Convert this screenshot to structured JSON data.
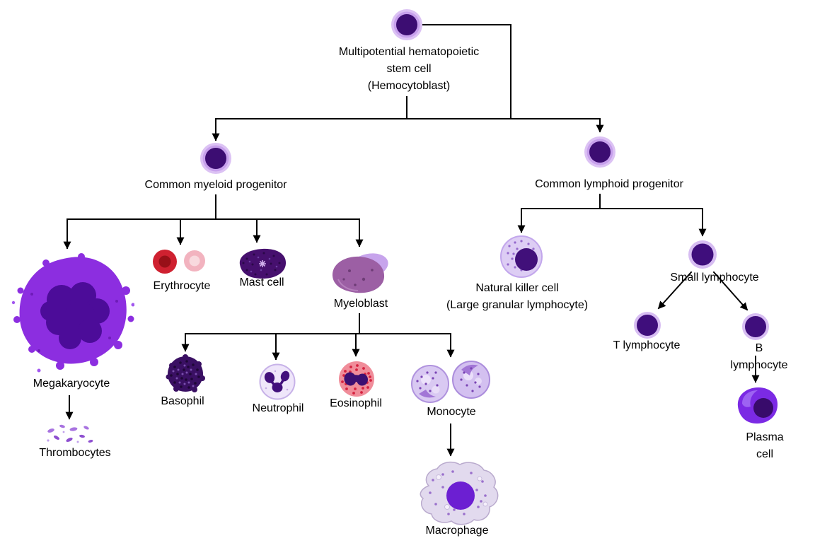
{
  "colors": {
    "background": "#ffffff",
    "line": "#000000",
    "label_text": "#000000",
    "nucleus_purple": "#3c0d72",
    "cell_ring_lavender": "#dcc2f4",
    "megakaryocyte_purple": "#8c2ee0",
    "erythrocyte_red": "#cf2130",
    "eosinophil_red": "#d62240",
    "plasma_violet": "#7b2ae4"
  },
  "nodes": {
    "stem_cell": {
      "label": "Multipotential hematopoietic\nstem cell\n(Hemocytoblast)"
    },
    "myeloid_progenitor": {
      "label": "Common myeloid progenitor"
    },
    "lymphoid_progenitor": {
      "label": "Common lymphoid progenitor"
    },
    "megakaryocyte": {
      "label": "Megakaryocyte"
    },
    "thrombocytes": {
      "label": "Thrombocytes"
    },
    "erythrocyte": {
      "label": "Erythrocyte"
    },
    "mast_cell": {
      "label": "Mast cell"
    },
    "myeloblast": {
      "label": "Myeloblast"
    },
    "basophil": {
      "label": "Basophil"
    },
    "neutrophil": {
      "label": "Neutrophil"
    },
    "eosinophil": {
      "label": "Eosinophil"
    },
    "monocyte": {
      "label": "Monocyte"
    },
    "macrophage": {
      "label": "Macrophage"
    },
    "natural_killer": {
      "label": "Natural killer cell\n(Large granular lymphocyte)"
    },
    "small_lymphocyte": {
      "label": "Small lymphocyte"
    },
    "t_lymphocyte": {
      "label": "T lymphocyte"
    },
    "b_lymphocyte": {
      "label": "B lymphocyte"
    },
    "plasma_cell": {
      "label": "Plasma cell"
    }
  },
  "edges": [
    {
      "from": "stem_cell",
      "to": "myeloid_progenitor"
    },
    {
      "from": "stem_cell",
      "to": "lymphoid_progenitor"
    },
    {
      "from": "myeloid_progenitor",
      "to": "megakaryocyte"
    },
    {
      "from": "myeloid_progenitor",
      "to": "erythrocyte"
    },
    {
      "from": "myeloid_progenitor",
      "to": "mast_cell"
    },
    {
      "from": "myeloid_progenitor",
      "to": "myeloblast"
    },
    {
      "from": "megakaryocyte",
      "to": "thrombocytes"
    },
    {
      "from": "myeloblast",
      "to": "basophil"
    },
    {
      "from": "myeloblast",
      "to": "neutrophil"
    },
    {
      "from": "myeloblast",
      "to": "eosinophil"
    },
    {
      "from": "myeloblast",
      "to": "monocyte"
    },
    {
      "from": "monocyte",
      "to": "macrophage"
    },
    {
      "from": "lymphoid_progenitor",
      "to": "natural_killer"
    },
    {
      "from": "lymphoid_progenitor",
      "to": "small_lymphocyte"
    },
    {
      "from": "small_lymphocyte",
      "to": "t_lymphocyte"
    },
    {
      "from": "small_lymphocyte",
      "to": "b_lymphocyte"
    },
    {
      "from": "b_lymphocyte",
      "to": "plasma_cell"
    }
  ]
}
